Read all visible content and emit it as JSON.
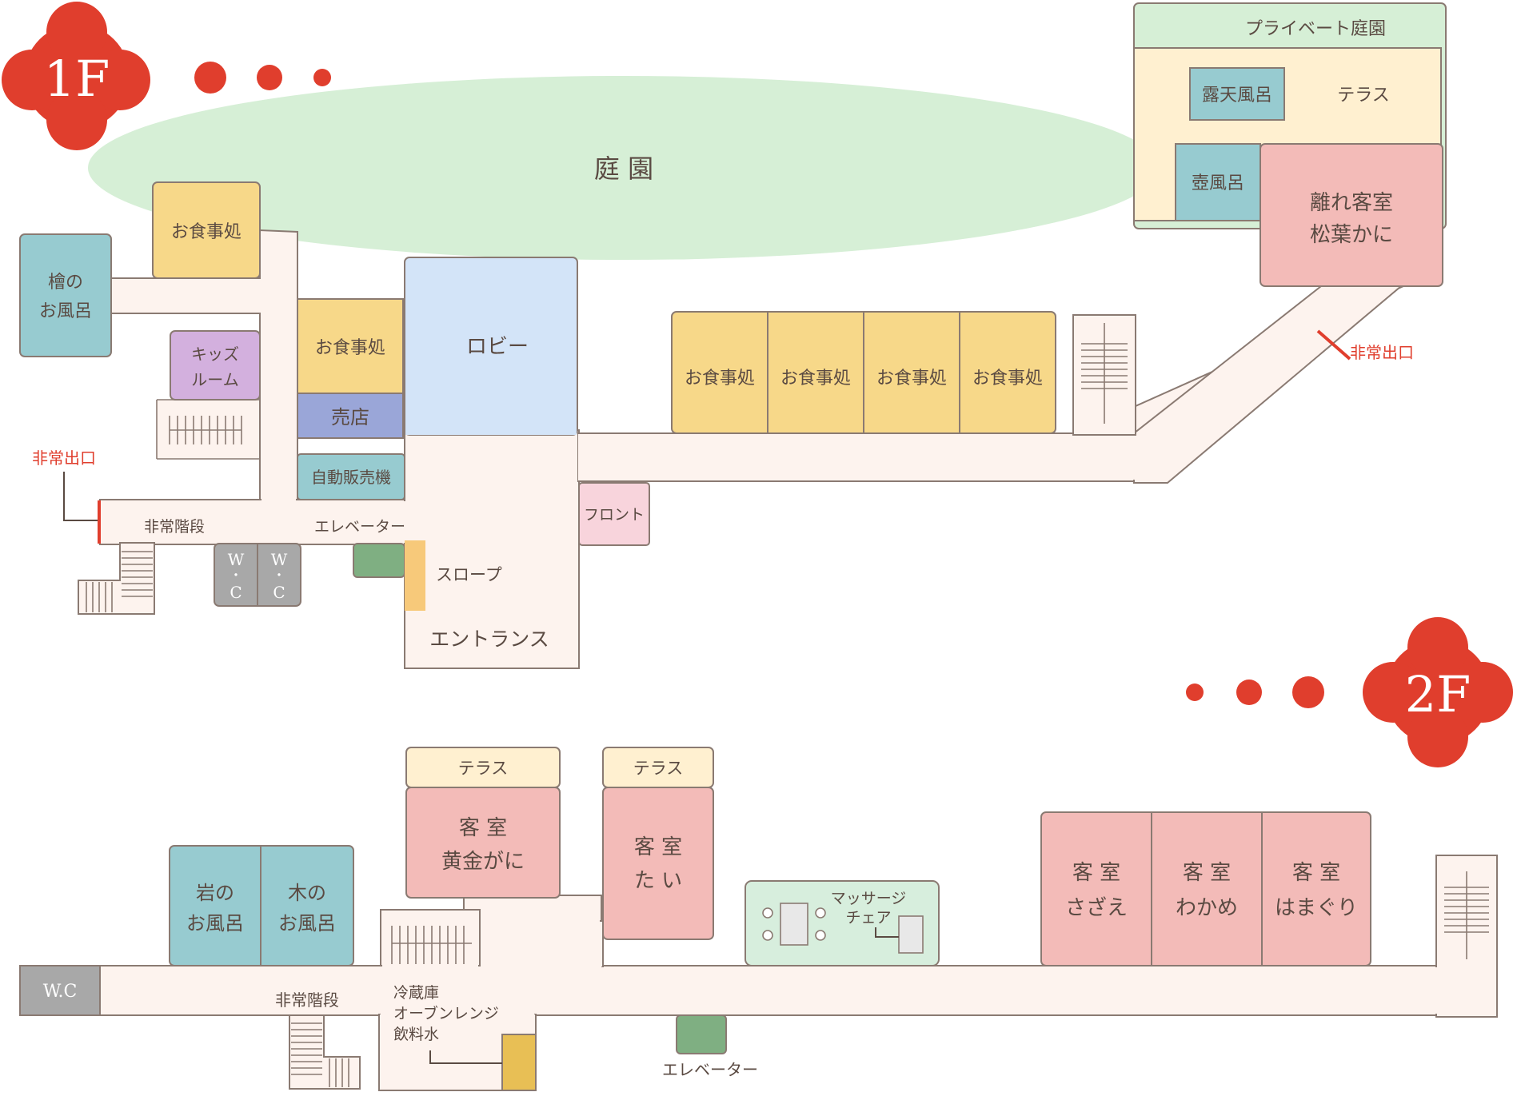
{
  "colors": {
    "badge": "#e03e2d",
    "garden": "#d6efd6",
    "dining": "#f7d889",
    "bath": "#97cbd0",
    "lobby": "#d3e4f8",
    "shop": "#9aa6d8",
    "vending": "#97cbd0",
    "kids": "#d3b0de",
    "guestroom": "#f3bbb8",
    "terrace": "#fff0d0",
    "front": "#f8d4dc",
    "wc": "#a8a8a8",
    "elevator": "#7faf82",
    "slope": "#f7c97a",
    "massage": "#d7eedd",
    "hallway": "#fdf3ee",
    "emergency": "#e03e2d"
  },
  "floor1": {
    "badge": "1F",
    "garden": "庭 園",
    "private_garden": "プライベート庭園",
    "open_air_bath": "露天風呂",
    "terrace": "テラス",
    "pot_bath": "壺風呂",
    "detached_room": [
      "離れ客室",
      "松葉かに"
    ],
    "dining": "お食事処",
    "hinoki_bath": [
      "檜の",
      "お風呂"
    ],
    "kids_room": [
      "キッズ",
      "ルーム"
    ],
    "shop": "売店",
    "lobby": "ロビー",
    "vending": "自動販売機",
    "front": "フロント",
    "emergency_exit": "非常出口",
    "emergency_stairs": "非常階段",
    "elevator": "エレベーター",
    "slope": "スロープ",
    "entrance": "エントランス",
    "wc": [
      "W",
      "・",
      "C"
    ]
  },
  "floor2": {
    "badge": "2F",
    "terrace": "テラス",
    "room_kogane": [
      "客 室",
      "黄金がに"
    ],
    "room_tai": [
      "客 室",
      "た い"
    ],
    "rock_bath": [
      "岩の",
      "お風呂"
    ],
    "wood_bath": [
      "木の",
      "お風呂"
    ],
    "wc": "W.C",
    "emergency_stairs": "非常階段",
    "amenities": [
      "冷蔵庫",
      "オーブンレンジ",
      "飲料水"
    ],
    "elevator": "エレベーター",
    "massage_chair": [
      "マッサージ",
      "チェア"
    ],
    "room_sazae": [
      "客 室",
      "さざえ"
    ],
    "room_wakame": [
      "客 室",
      "わかめ"
    ],
    "room_hamaguri": [
      "客 室",
      "はまぐり"
    ]
  }
}
